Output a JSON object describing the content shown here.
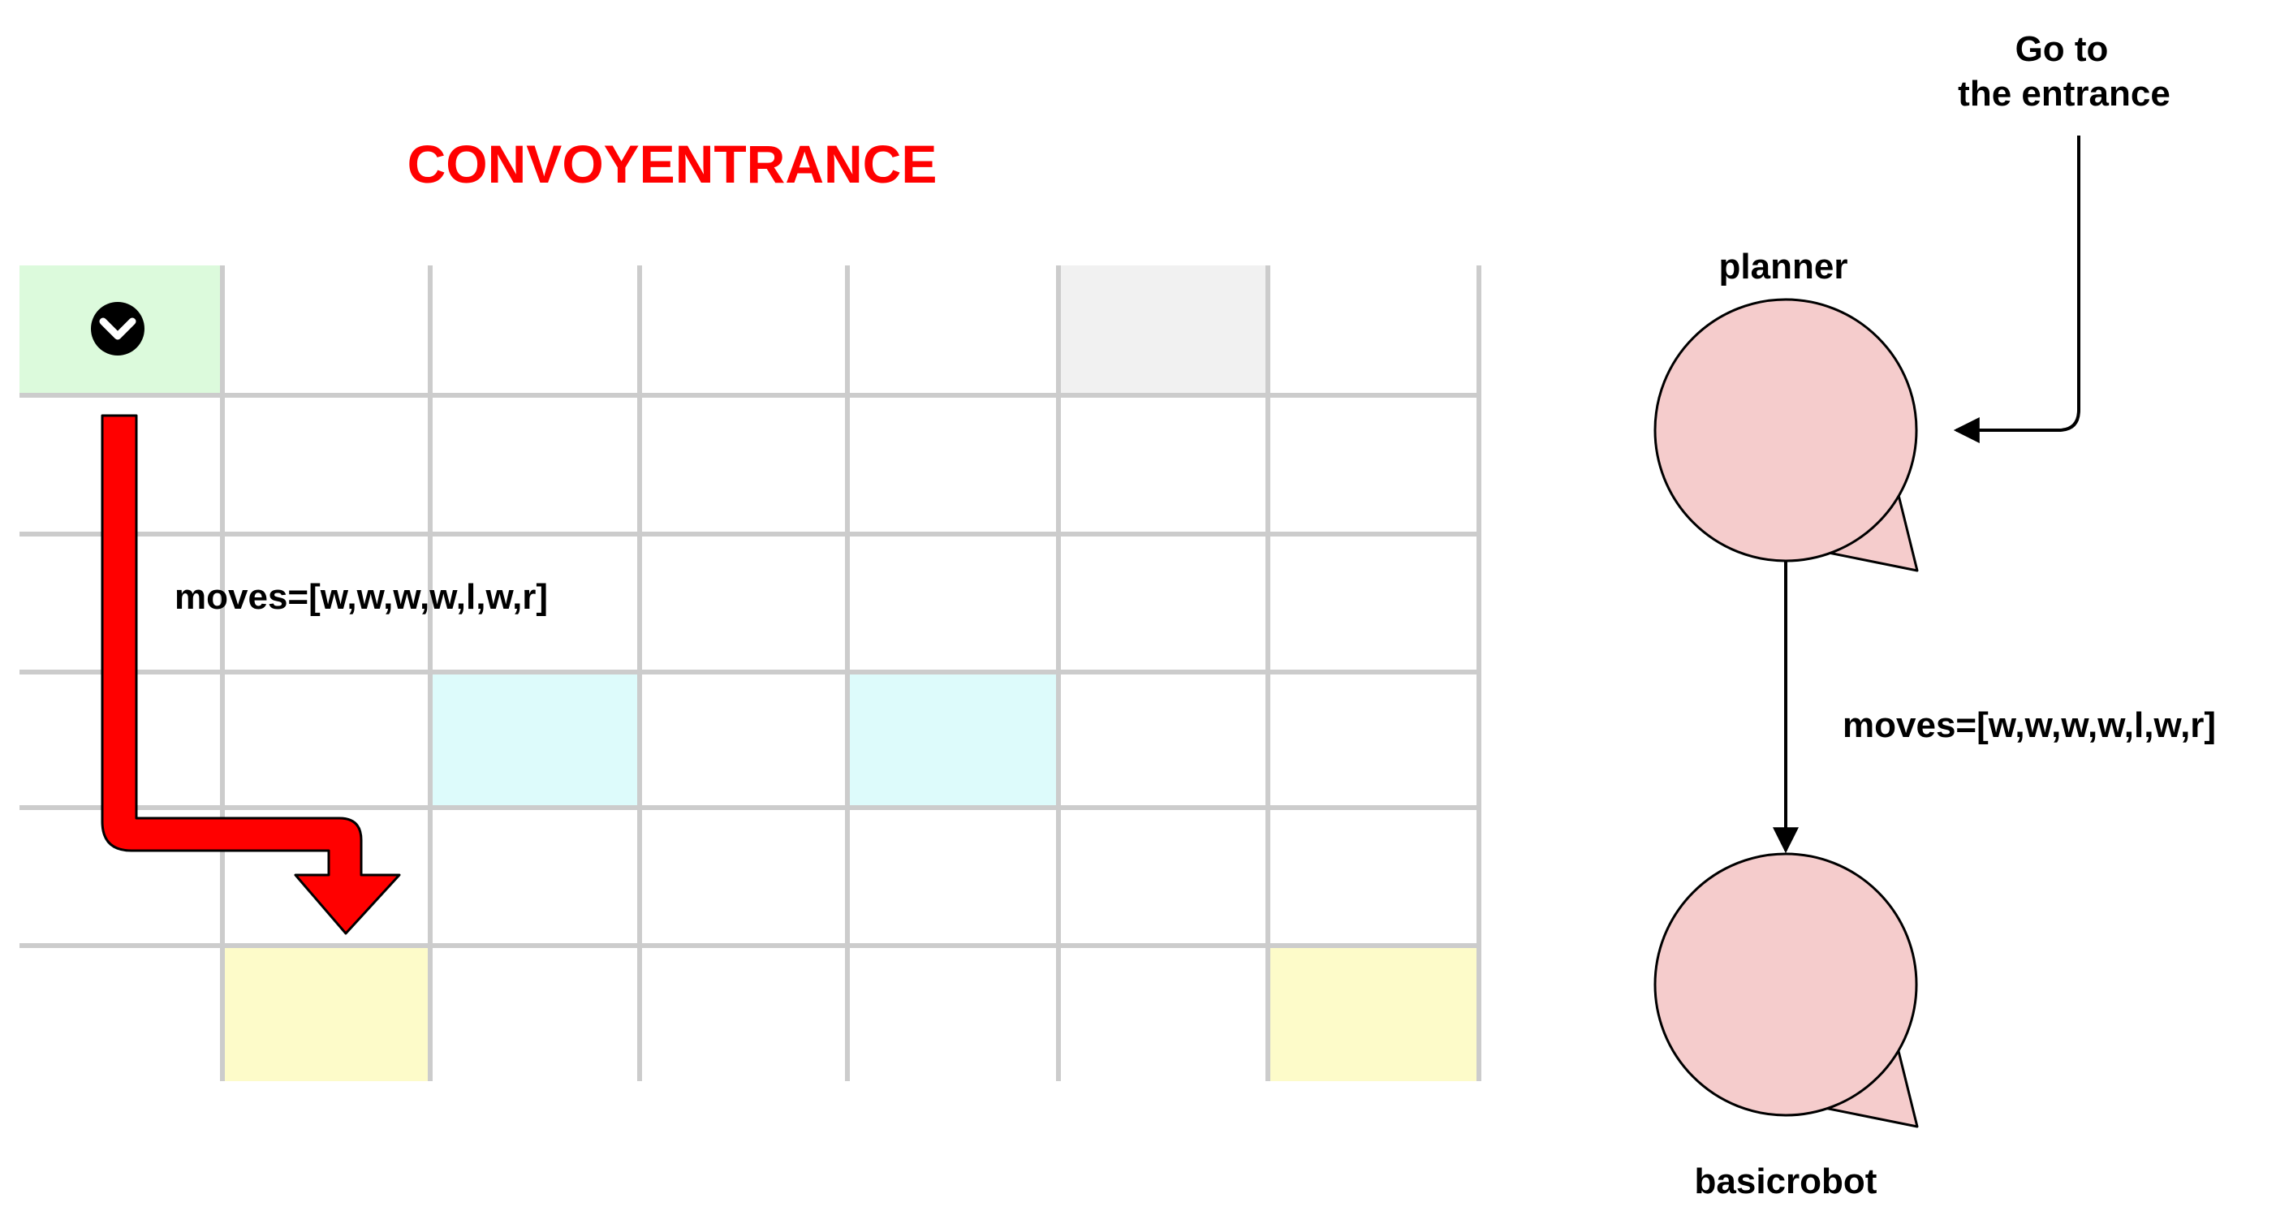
{
  "title": "CONVOYENTRANCE",
  "grid_label": "moves=[w,w,w,w,l,w,r]",
  "external_request": [
    "Go to",
    "the entrance"
  ],
  "actors": {
    "planner": "planner",
    "basicrobot": "basicrobot"
  },
  "message_label": "moves=[w,w,w,w,l,w,r]",
  "colors": {
    "title": "#ff0000",
    "path_arrow": "#ff0000",
    "actor_fill": "#f5cccc",
    "start_cell": "#dcfadc",
    "gray_cell": "#f1f1f1",
    "cyan_cell": "#ddfbfb",
    "yellow_cell": "#fdfbc9",
    "grid_line": "#cccccc"
  },
  "icons": {
    "robot_marker": "chevron-down-circle-icon"
  }
}
